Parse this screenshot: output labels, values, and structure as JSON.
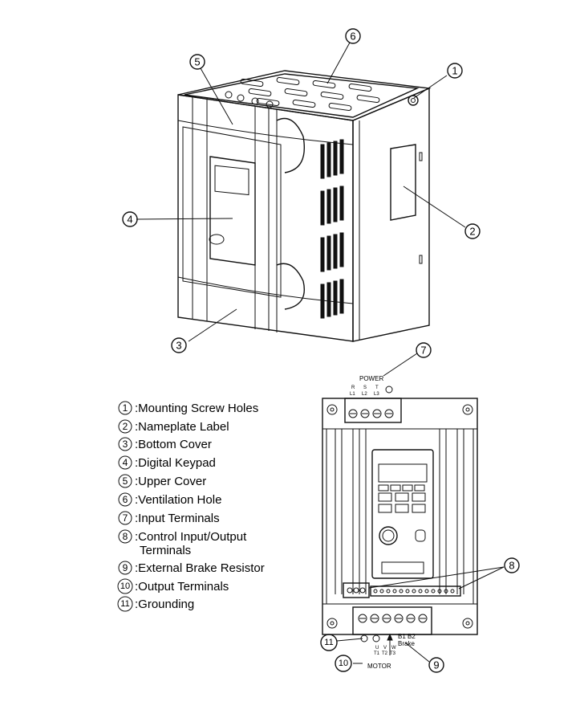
{
  "callouts": [
    {
      "num": "1"
    },
    {
      "num": "2"
    },
    {
      "num": "3"
    },
    {
      "num": "4"
    },
    {
      "num": "5"
    },
    {
      "num": "6"
    },
    {
      "num": "7"
    },
    {
      "num": "8"
    },
    {
      "num": "9"
    },
    {
      "num": "10"
    },
    {
      "num": "11"
    }
  ],
  "legend": [
    {
      "num": "1",
      "text": ":Mounting Screw Holes"
    },
    {
      "num": "2",
      "text": ":Nameplate Label"
    },
    {
      "num": "3",
      "text": ":Bottom Cover"
    },
    {
      "num": "4",
      "text": ":Digital Keypad"
    },
    {
      "num": "5",
      "text": ":Upper Cover"
    },
    {
      "num": "6",
      "text": ":Ventilation Hole"
    },
    {
      "num": "7",
      "text": ":Input Terminals"
    },
    {
      "num": "8",
      "text": ":Control Input/Output",
      "text2": "Terminals"
    },
    {
      "num": "9",
      "text": ":External Brake Resistor"
    },
    {
      "num": "10",
      "text": ":Output Terminals"
    },
    {
      "num": "11",
      "text": ":Grounding"
    }
  ],
  "front_view": {
    "power_label": "POWER",
    "input_terms": [
      "L1",
      "L2",
      "L3"
    ],
    "input_terms_sub": [
      "R",
      "S",
      "T"
    ],
    "output_terms": [
      "U",
      "V",
      "W"
    ],
    "output_terms_sub": [
      "T1",
      "T2",
      "T3"
    ],
    "brake_terms": "B1 B2",
    "brake_label": "Brake",
    "motor_label": "MOTOR"
  }
}
